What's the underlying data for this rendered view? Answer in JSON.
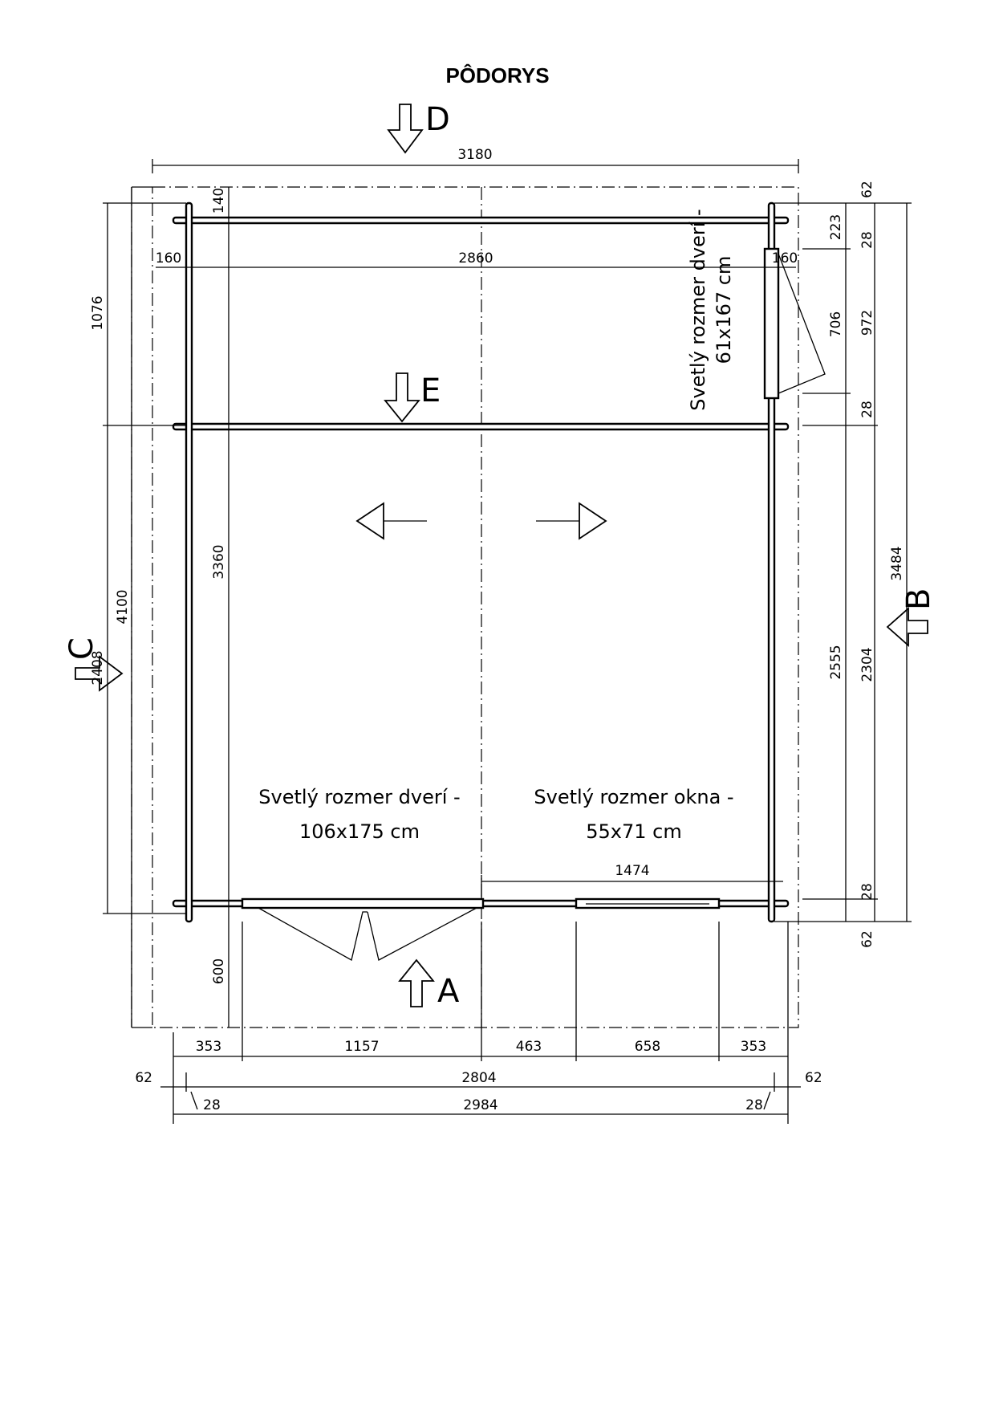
{
  "title": "PÔDORYS",
  "views": {
    "a": "A",
    "b": "B",
    "c": "C",
    "d": "D",
    "e": "E"
  },
  "dims": {
    "top_total": "3180",
    "inner_span": "2860",
    "inner_left_160": "160",
    "inner_right_160": "160",
    "left_top_140": "140",
    "left_1076": "1076",
    "left_4100": "4100",
    "left_3360": "3360",
    "left_2408": "2408",
    "left_600": "600",
    "right_62_top": "62",
    "right_223": "223",
    "right_28_a": "28",
    "right_706": "706",
    "right_972": "972",
    "right_28_b": "28",
    "right_3484": "3484",
    "right_2555": "2555",
    "right_2304": "2304",
    "right_28_c": "28",
    "right_62_bottom": "62",
    "window_1474": "1474",
    "b_353_left": "353",
    "b_1157": "1157",
    "b_463": "463",
    "b_658": "658",
    "b_353_right": "353",
    "b_62_left": "62",
    "b_2804": "2804",
    "b_62_right": "62",
    "b_28_left": "28",
    "b_28_right": "28",
    "b_2984": "2984"
  },
  "notes": {
    "side_door_line1": "Svetlý rozmer dverí -",
    "side_door_line2": "61x167 cm",
    "door_line1": "Svetlý rozmer dverí -",
    "door_line2": "106x175 cm",
    "window_line1": "Svetlý rozmer okna -",
    "window_line2": "55x71 cm"
  }
}
